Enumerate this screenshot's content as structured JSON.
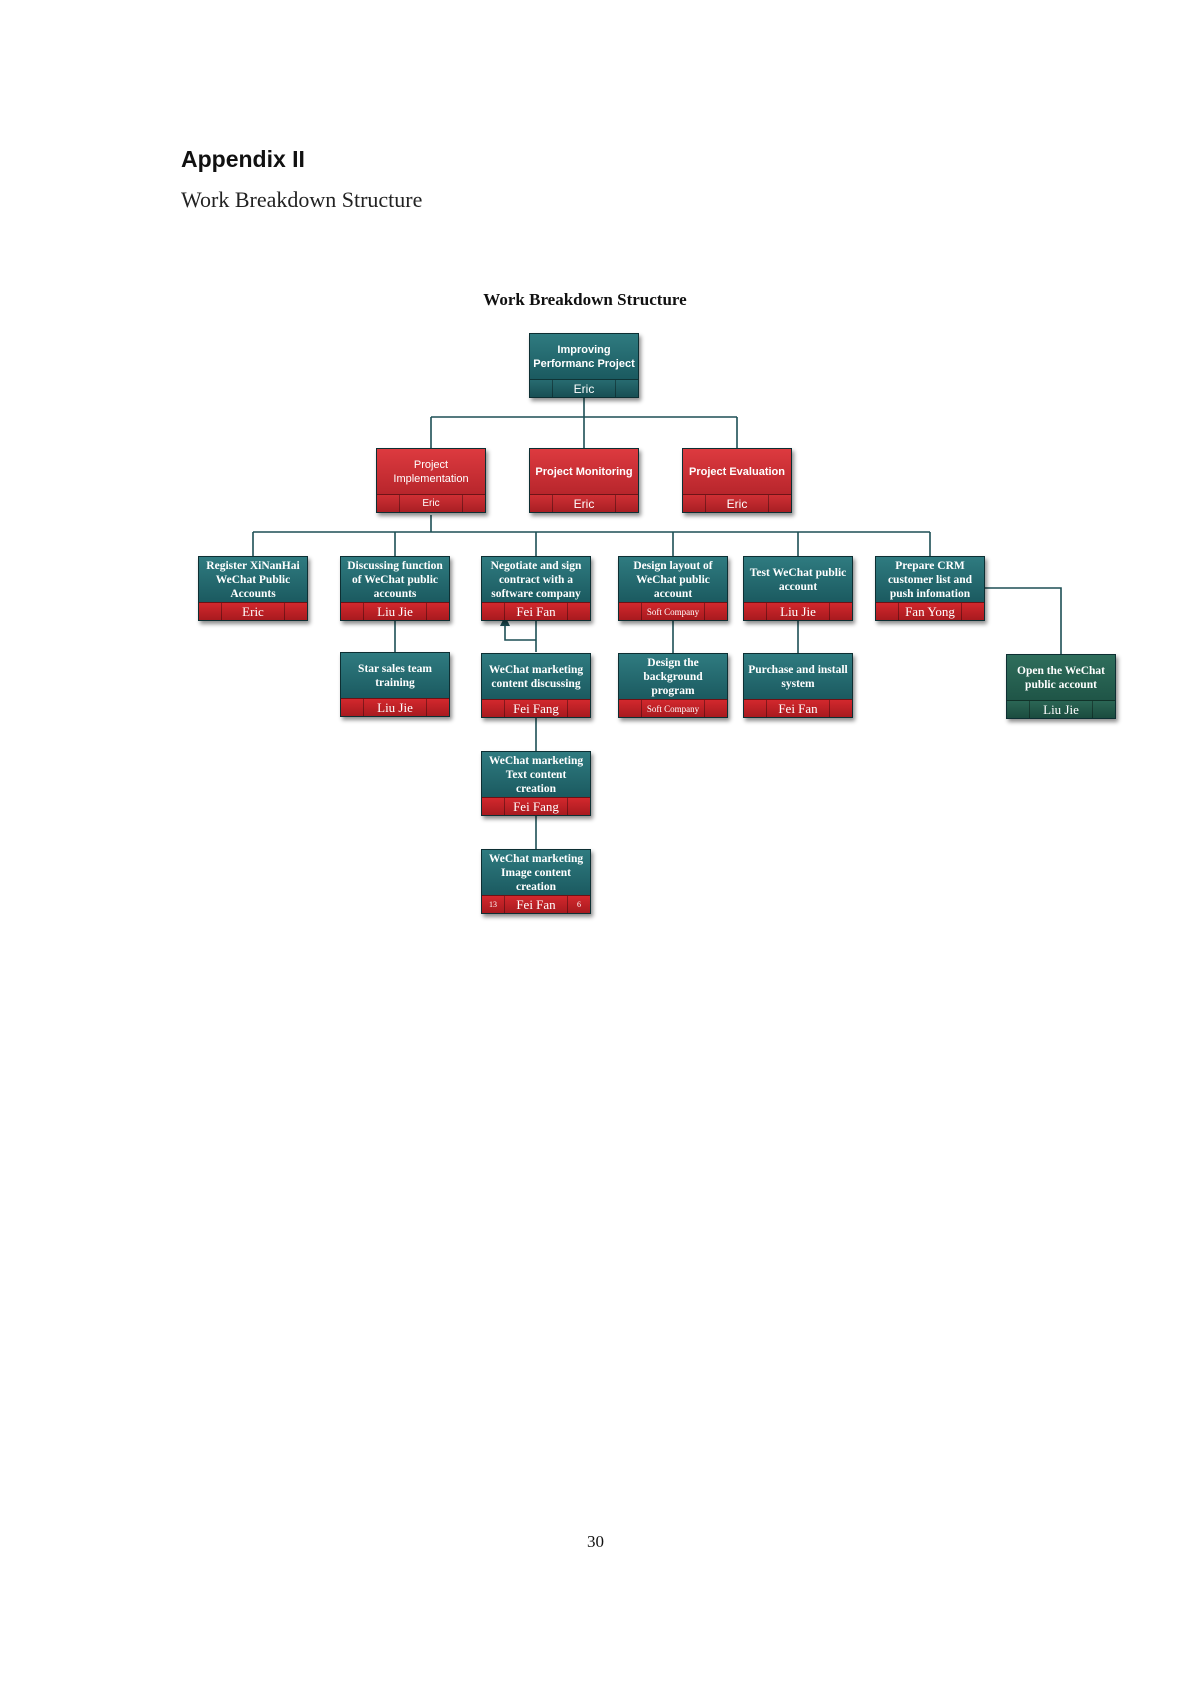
{
  "header": {
    "heading": "Appendix II",
    "subheading": "Work Breakdown Structure"
  },
  "chart": {
    "title": "Work Breakdown Structure"
  },
  "nodes": {
    "root": {
      "title": "Improving Performanc Project",
      "owner": "Eric"
    },
    "phase_impl": {
      "title": "Project Implementation",
      "owner": "Eric"
    },
    "phase_mon": {
      "title": "Project Monitoring",
      "owner": "Eric"
    },
    "phase_eval": {
      "title": "Project Evaluation",
      "owner": "Eric"
    },
    "t_register": {
      "title": "Register XiNanHai WeChat Public Accounts",
      "owner": "Eric"
    },
    "t_discuss": {
      "title": "Discussing function of WeChat public accounts",
      "owner": "Liu Jie"
    },
    "t_negotiate": {
      "title": "Negotiate and sign contract with a software company",
      "owner": "Fei Fan"
    },
    "t_design": {
      "title": "Design layout of WeChat public account",
      "owner": "Soft Company"
    },
    "t_test": {
      "title": "Test WeChat public account",
      "owner": "Liu Jie"
    },
    "t_crm": {
      "title": "Prepare CRM customer list and push infomation",
      "owner": "Fan Yong"
    },
    "t_star": {
      "title": "Star sales team training",
      "owner": "Liu Jie"
    },
    "t_mkt_discuss": {
      "title": "WeChat marketing content discussing",
      "owner": "Fei Fang"
    },
    "t_bg": {
      "title": "Design the background program",
      "owner": "Soft Company"
    },
    "t_purchase": {
      "title": "Purchase and install system",
      "owner": "Fei Fan"
    },
    "t_open": {
      "title": "Open the WeChat public account",
      "owner": "Liu Jie"
    },
    "t_text": {
      "title": "WeChat marketing Text content creation",
      "owner": "Fei Fang"
    },
    "t_image": {
      "title": "WeChat marketing Image content creation",
      "owner": "Fei Fan",
      "left_num": "13",
      "right_num": "6"
    }
  },
  "page": {
    "number": "30"
  }
}
